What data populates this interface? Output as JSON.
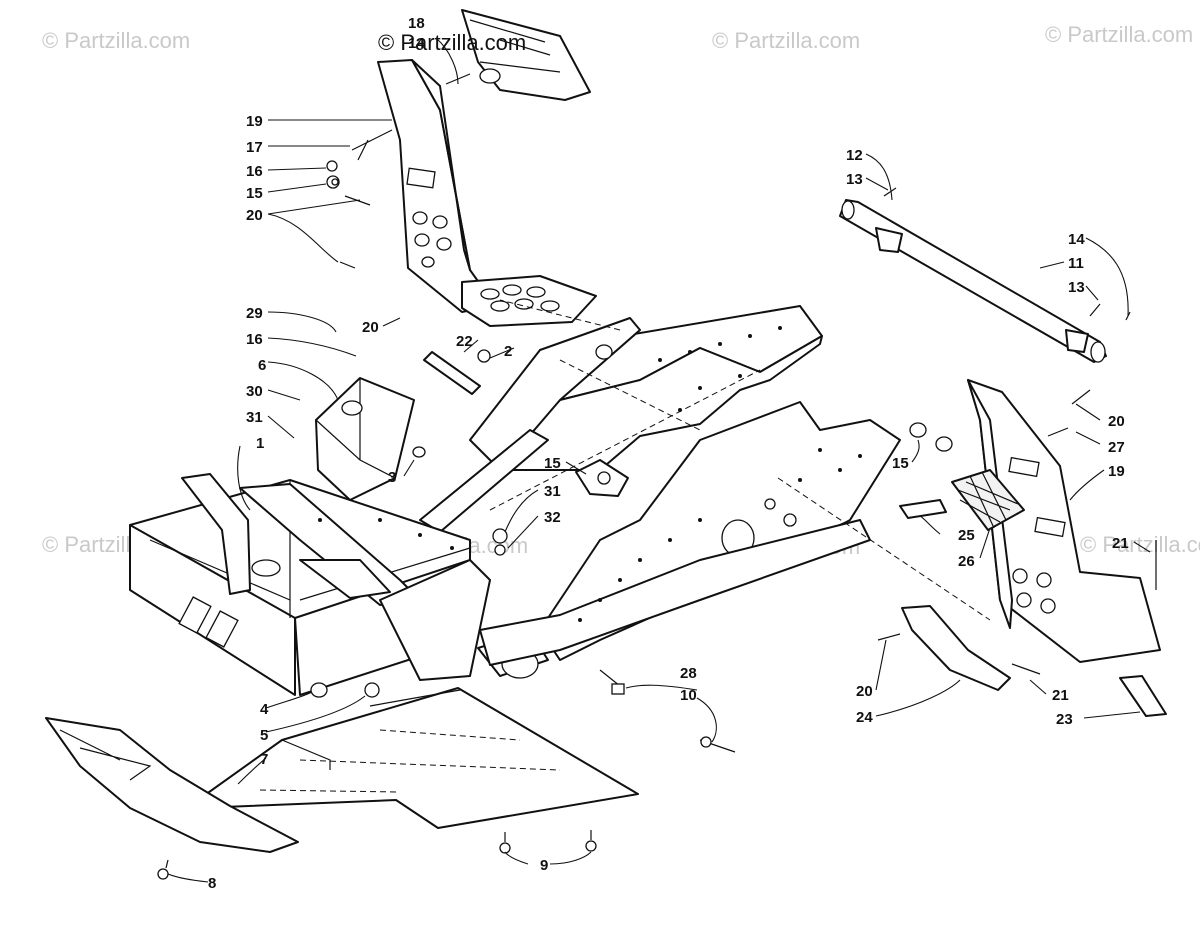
{
  "watermarks": {
    "main": "© Partzilla.com",
    "faded": "© Partzilla.com"
  },
  "callouts": {
    "c1": "1",
    "c2": "2",
    "c3": "3",
    "c4": "4",
    "c5": "5",
    "c6": "6",
    "c7": "7",
    "c8": "8",
    "c9": "9",
    "c10": "10",
    "c11": "11",
    "c12": "12",
    "c13a": "13",
    "c13b": "13",
    "c14a": "14",
    "c14b": "14",
    "c15a": "15",
    "c15b": "15",
    "c15c": "15",
    "c16a": "16",
    "c16b": "16",
    "c17": "17",
    "c18": "18",
    "c19a": "19",
    "c19b": "19",
    "c20a": "20",
    "c20b": "20",
    "c20c": "20",
    "c20d": "20",
    "c21a": "21",
    "c21b": "21",
    "c22": "22",
    "c23": "23",
    "c24": "24",
    "c25": "25",
    "c26": "26",
    "c27": "27",
    "c28": "28",
    "c29": "29",
    "c30": "30",
    "c31a": "31",
    "c31b": "31",
    "c32": "32"
  }
}
